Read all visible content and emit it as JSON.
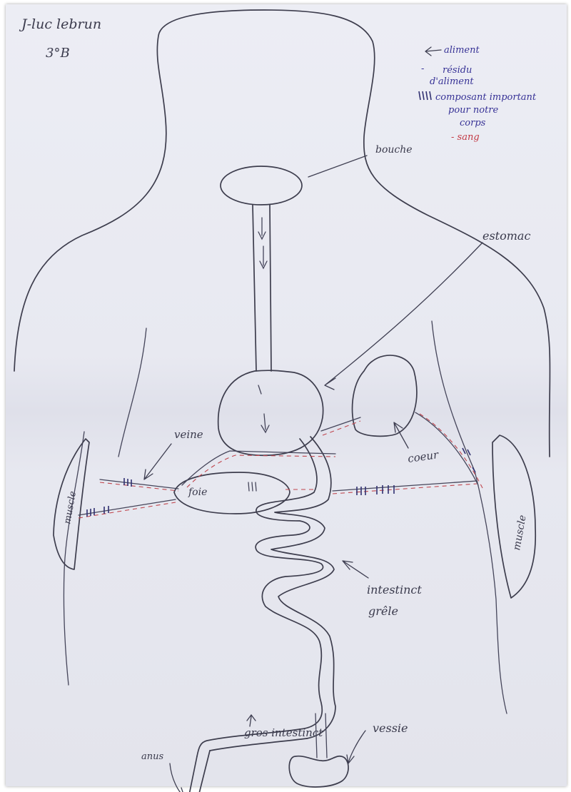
{
  "header": {
    "author": "J-luc lebrun",
    "class": "3°B"
  },
  "legend": {
    "line1": "aliment",
    "line2a": "résidu",
    "line2b": "d'aliment",
    "line3a": "composant important",
    "line3b": "pour notre",
    "line3c": "corps",
    "line4": "- sang",
    "nutrient_mark": "|||·|:",
    "colors": {
      "legend_ink": "#373296",
      "blood": "#c0464e",
      "pencil": "#3d3d4d"
    }
  },
  "labels": {
    "bouche": "bouche",
    "estomac": "estomac",
    "veine": "veine",
    "coeur": "coeur",
    "foie": "foie",
    "muscle_left": "muscle",
    "muscle_right": "muscle",
    "intestin_grele_1": "intestinct",
    "intestin_grele_2": "grêle",
    "gros_intestin": "gros intestinct",
    "anus": "anus",
    "vessie": "vessie"
  }
}
